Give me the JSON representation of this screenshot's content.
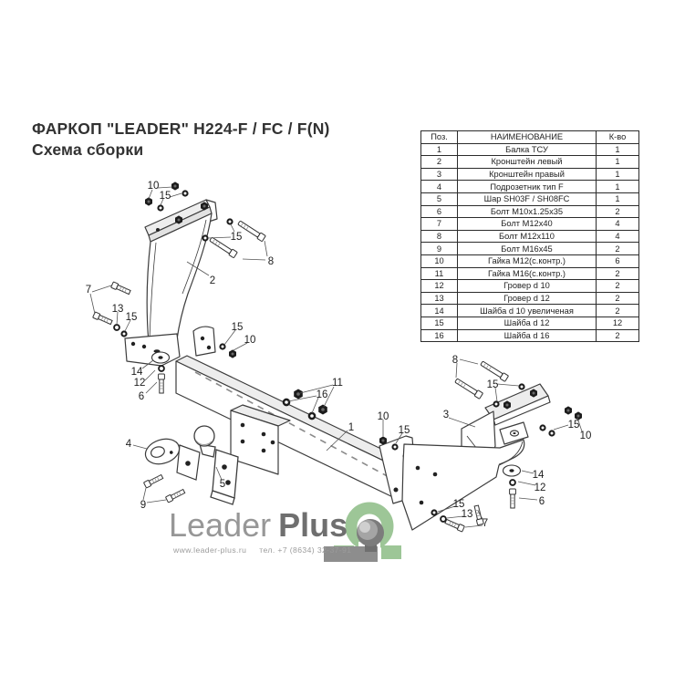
{
  "title": {
    "line1": "ФАРКОП \"LEADER\" H224-F / FC / F(N)",
    "line2": "Схема сборки"
  },
  "parts_table": {
    "headers": {
      "pos": "Поз.",
      "name": "НАИМЕНОВАНИЕ",
      "qty": "К-во"
    },
    "rows": [
      {
        "pos": "1",
        "name": "Балка ТСУ",
        "qty": "1"
      },
      {
        "pos": "2",
        "name": "Кронштейн левый",
        "qty": "1"
      },
      {
        "pos": "3",
        "name": "Кронштейн правый",
        "qty": "1"
      },
      {
        "pos": "4",
        "name": "Подрозетник тип F",
        "qty": "1"
      },
      {
        "pos": "5",
        "name": "Шар SH03F / SH08FC",
        "qty": "1"
      },
      {
        "pos": "6",
        "name": "Болт M10x1.25x35",
        "qty": "2"
      },
      {
        "pos": "7",
        "name": "Болт M12x40",
        "qty": "4"
      },
      {
        "pos": "8",
        "name": "Болт M12x110",
        "qty": "4"
      },
      {
        "pos": "9",
        "name": "Болт M16x45",
        "qty": "2"
      },
      {
        "pos": "10",
        "name": "Гайка M12(с.контр.)",
        "qty": "6"
      },
      {
        "pos": "11",
        "name": "Гайка M16(с.контр.)",
        "qty": "2"
      },
      {
        "pos": "12",
        "name": "Гровер d 10",
        "qty": "2"
      },
      {
        "pos": "13",
        "name": "Гровер d 12",
        "qty": "2"
      },
      {
        "pos": "14",
        "name": "Шайба d 10 увеличеная",
        "qty": "2"
      },
      {
        "pos": "15",
        "name": "Шайба d 12",
        "qty": "12"
      },
      {
        "pos": "16",
        "name": "Шайба d 16",
        "qty": "2"
      }
    ]
  },
  "diagram": {
    "callouts": [
      {
        "label": "10"
      },
      {
        "label": "15"
      },
      {
        "label": "15"
      },
      {
        "label": "8"
      },
      {
        "label": "2"
      },
      {
        "label": "7"
      },
      {
        "label": "13"
      },
      {
        "label": "15"
      },
      {
        "label": "14"
      },
      {
        "label": "12"
      },
      {
        "label": "6"
      },
      {
        "label": "15"
      },
      {
        "label": "10"
      },
      {
        "label": "11"
      },
      {
        "label": "16"
      },
      {
        "label": "1"
      },
      {
        "label": "10"
      },
      {
        "label": "15"
      },
      {
        "label": "4"
      },
      {
        "label": "5"
      },
      {
        "label": "9"
      },
      {
        "label": "8"
      },
      {
        "label": "15"
      },
      {
        "label": "3"
      },
      {
        "label": "15"
      },
      {
        "label": "10"
      },
      {
        "label": "14"
      },
      {
        "label": "12"
      },
      {
        "label": "6"
      },
      {
        "label": "15"
      },
      {
        "label": "13"
      },
      {
        "label": "7"
      }
    ]
  },
  "logo": {
    "brand_regular": "Leader",
    "brand_bold": "Plus",
    "website": "www.leader-plus.ru",
    "phone": "тел. +7 (8634) 32-37-91",
    "colors": {
      "green": "#9dc697",
      "text_gray": "#979797",
      "text_bold": "#6f6f6f"
    }
  }
}
